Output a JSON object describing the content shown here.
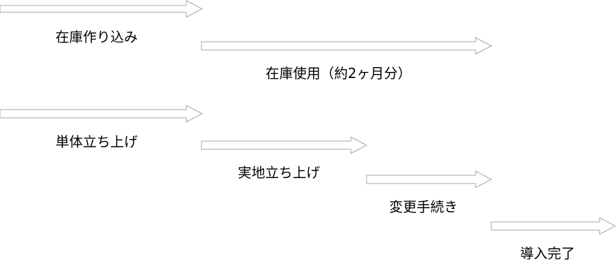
{
  "steps": [
    {
      "label": "在庫作り込み"
    },
    {
      "label": "在庫使用（約2ヶ月分）"
    },
    {
      "label": "単体立ち上げ"
    },
    {
      "label": "実地立ち上げ"
    },
    {
      "label": "変更手続き"
    },
    {
      "label": "導入完了"
    }
  ],
  "colors": {
    "arrow_stroke": "#a6a6a6",
    "arrow_fill": "#ffffff",
    "text": "#000000"
  }
}
